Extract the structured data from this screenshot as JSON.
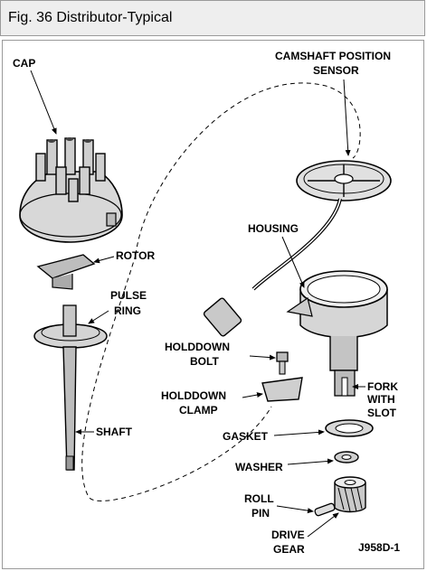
{
  "caption": "Fig. 36 Distributor-Typical",
  "labels": {
    "cap": "CAP",
    "camshaft_position_sensor_1": "CAMSHAFT POSITION",
    "camshaft_position_sensor_2": "SENSOR",
    "housing": "HOUSING",
    "rotor": "ROTOR",
    "pulse_ring_1": "PULSE",
    "pulse_ring_2": "RING",
    "holddown_bolt_1": "HOLDDOWN",
    "holddown_bolt_2": "BOLT",
    "holddown_clamp_1": "HOLDDOWN",
    "holddown_clamp_2": "CLAMP",
    "fork_with_slot_1": "FORK",
    "fork_with_slot_2": "WITH",
    "fork_with_slot_3": "SLOT",
    "shaft": "SHAFT",
    "gasket": "GASKET",
    "washer": "WASHER",
    "roll_pin_1": "ROLL",
    "roll_pin_2": "PIN",
    "drive_gear_1": "DRIVE",
    "drive_gear_2": "GEAR",
    "figure_code": "J958D-1"
  }
}
